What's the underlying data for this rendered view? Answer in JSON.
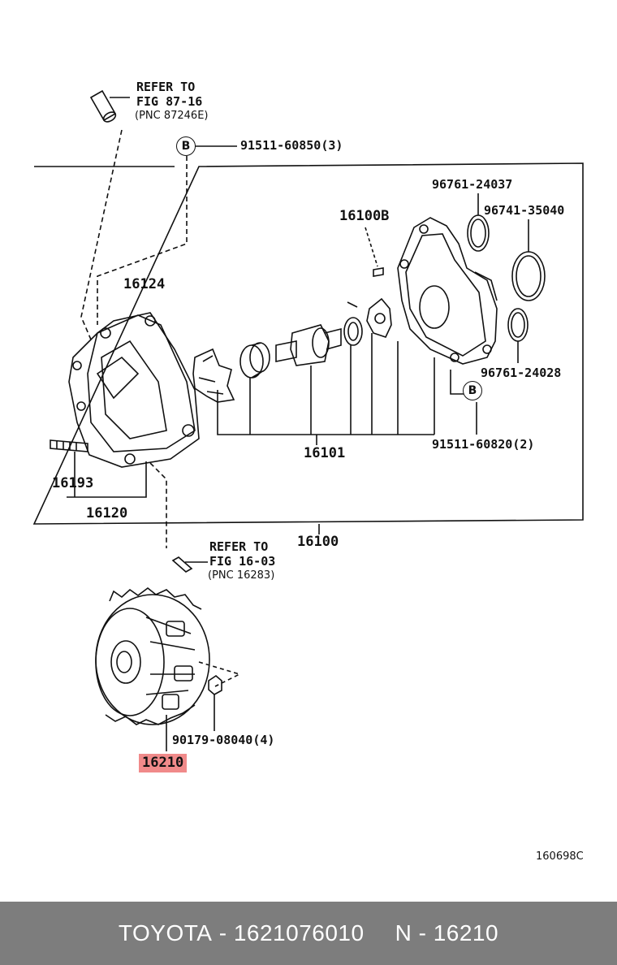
{
  "labels": {
    "refer1_line1": "REFER TO",
    "refer1_line2": "FIG 87-16",
    "refer1_pnc": "(PNC 87246E)",
    "bolt_b_top": "91511-60850(3)",
    "gasket1": "96761-24037",
    "oring": "96741-35040",
    "gasket2": "96761-24028",
    "part_16100b": "16100B",
    "part_16124": "16124",
    "part_16101": "16101",
    "bolt_b_bottom": "91511-60820(2)",
    "part_16193": "16193",
    "part_16120": "16120",
    "part_16100": "16100",
    "refer2_line1": "REFER TO",
    "refer2_line2": "FIG 16-03",
    "refer2_pnc": "(PNC 16283)",
    "nut": "90179-08040(4)",
    "part_16210": "16210",
    "drawing_no": "160698C",
    "circle_b": "B"
  },
  "highlight_color": "#f08a8a",
  "footer": {
    "brand": "TOYOTA",
    "separator": " - ",
    "part_number": "1621076010",
    "ref_prefix": "N",
    "ref_number": "16210",
    "background": "#7d7d7d"
  }
}
